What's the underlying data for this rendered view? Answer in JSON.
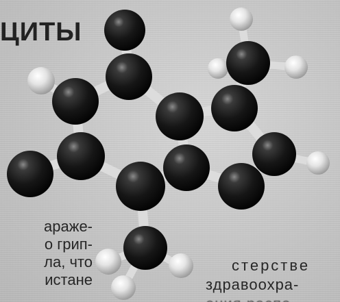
{
  "headline": "ЦИТЫ",
  "left_column": [
    "араже-",
    "о грип-",
    "ла, что",
    "истане"
  ],
  "right_column": [
    "стерстве",
    "здравоохра-",
    "ения распе"
  ]
}
